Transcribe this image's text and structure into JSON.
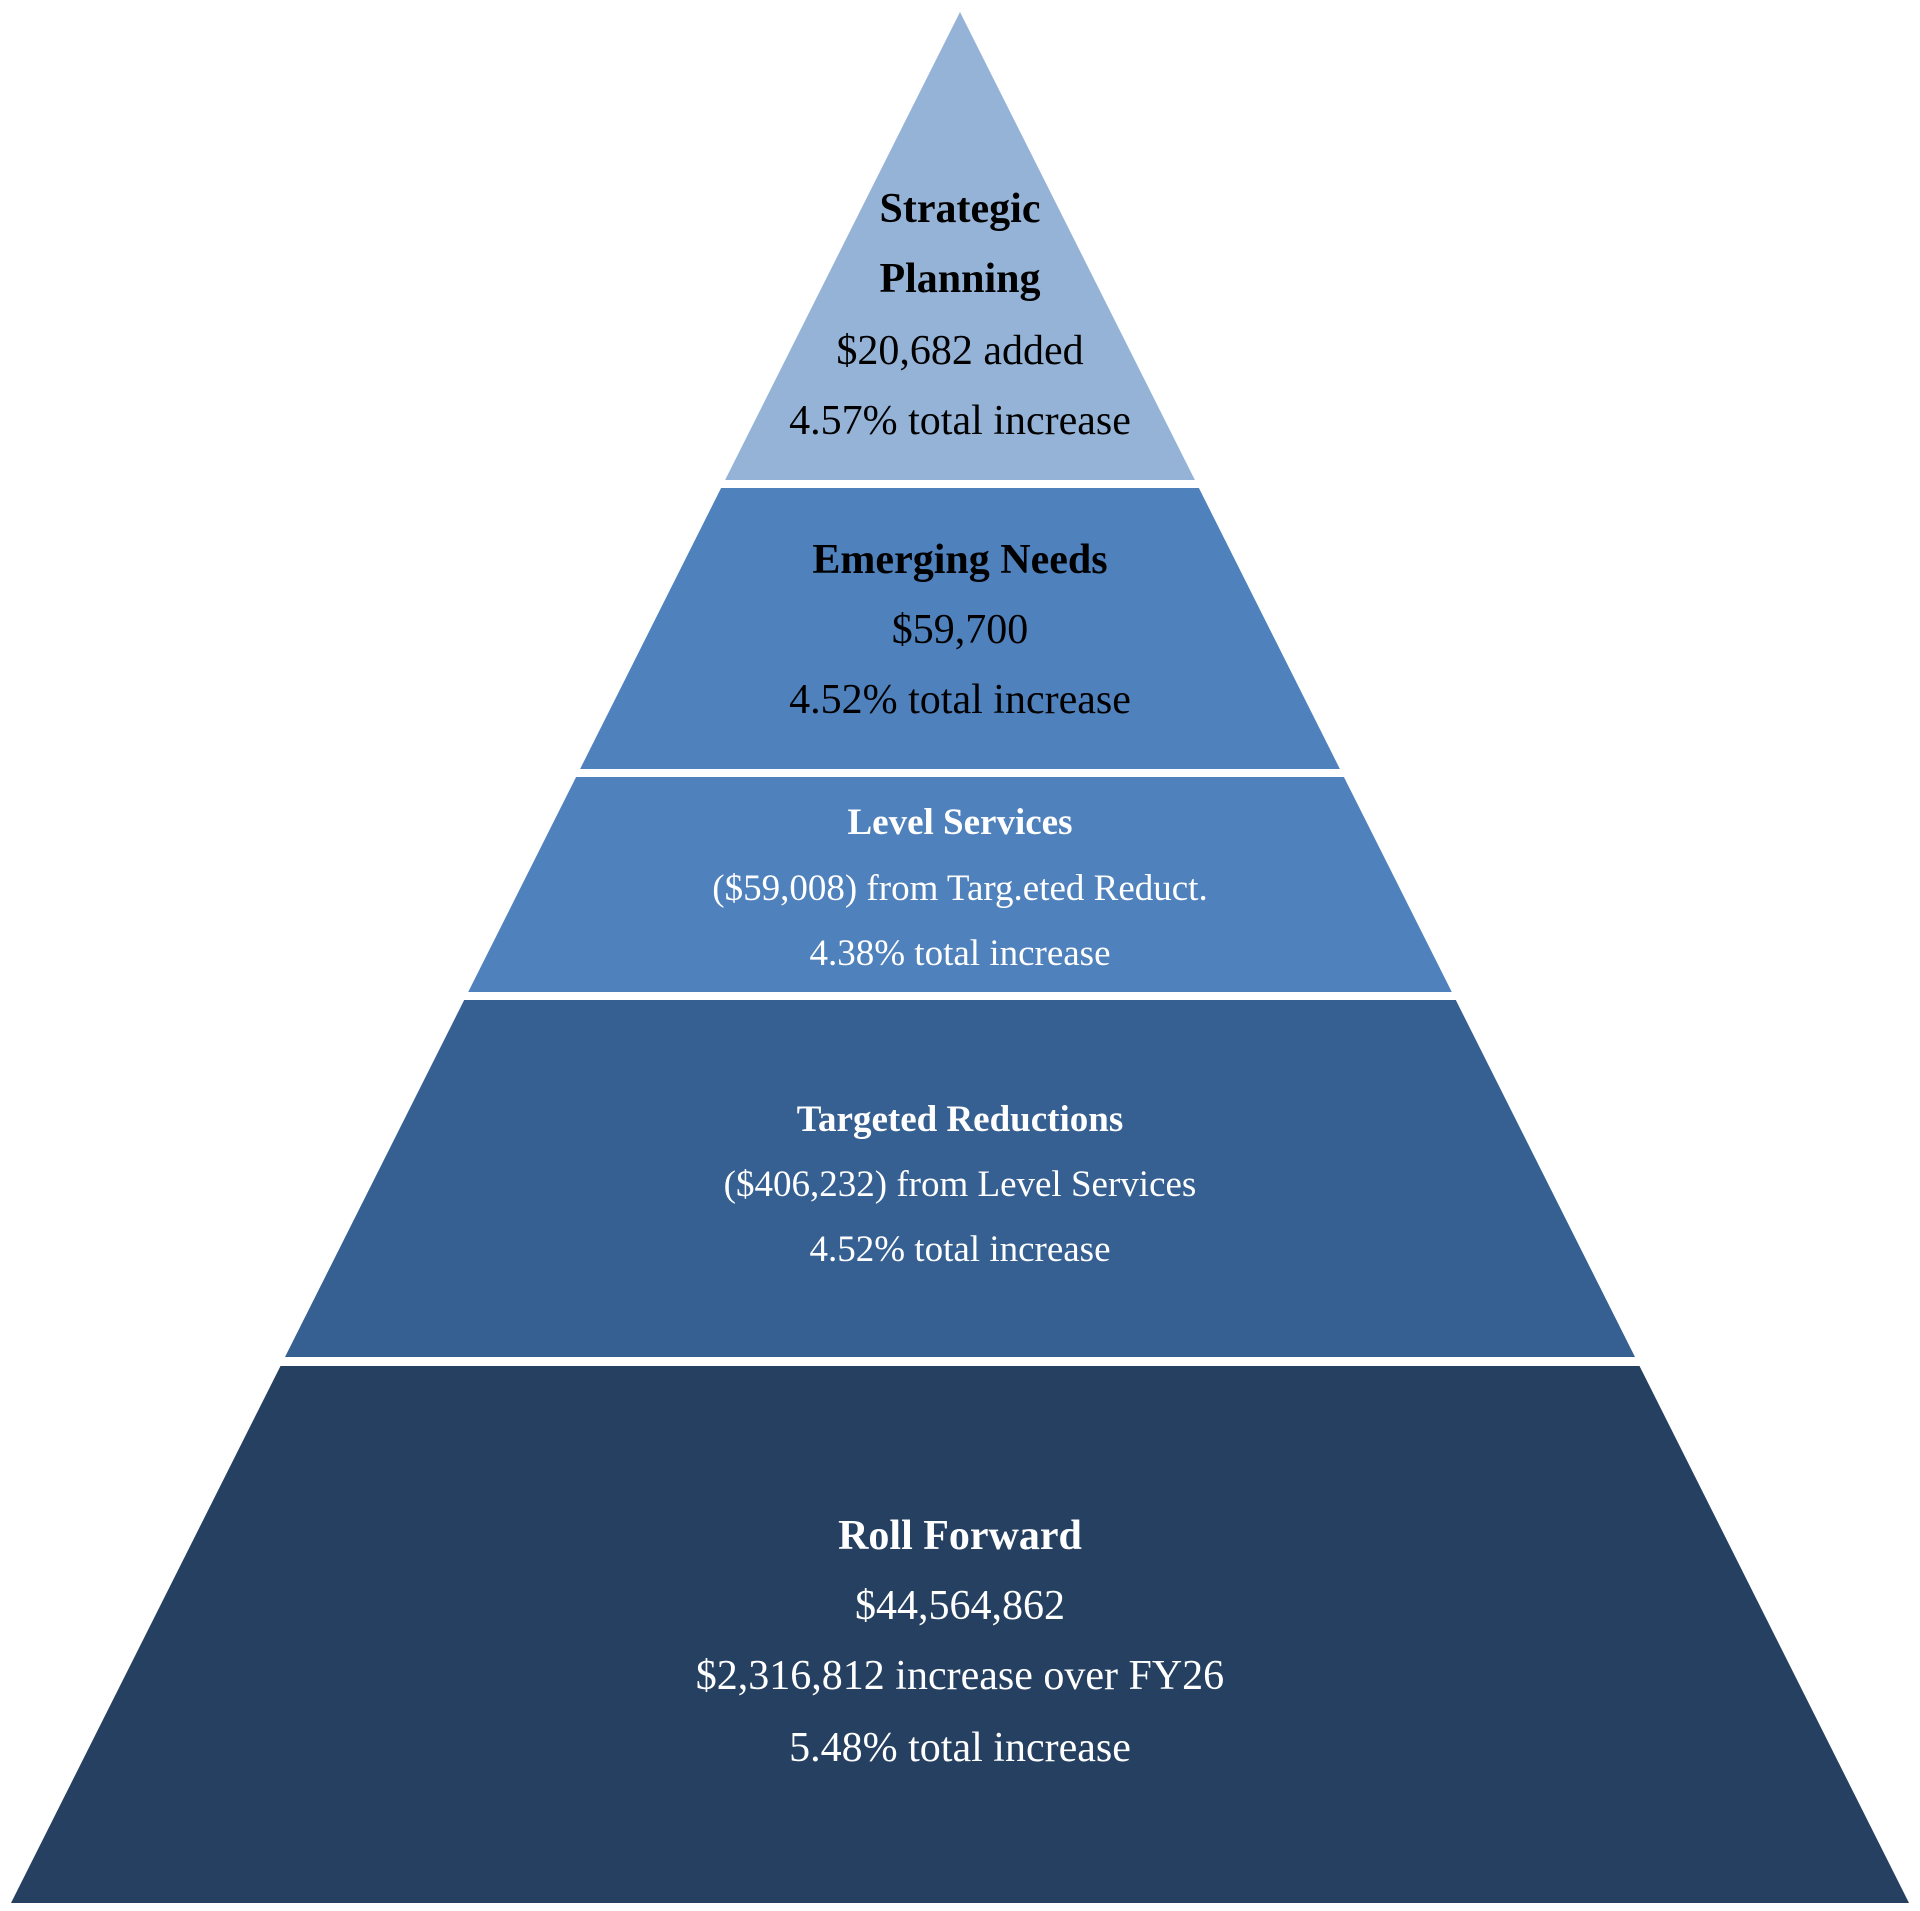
{
  "diagram": {
    "type": "pyramid",
    "tiers": [
      {
        "id": "strategic-planning",
        "title_lines": [
          "Strategic",
          "Planning"
        ],
        "lines": [
          "$20,682 added",
          "4.57% total increase"
        ],
        "fill": "#95B3D7",
        "text_color": "#000000"
      },
      {
        "id": "emerging-needs",
        "title_lines": [
          "Emerging Needs"
        ],
        "lines": [
          "$59,700",
          "4.52% total increase"
        ],
        "fill": "#4F81BD",
        "text_color": "#000000"
      },
      {
        "id": "level-services",
        "title_lines": [
          "Level Services"
        ],
        "lines": [
          "($59,008) from Targ.eted Reduct.",
          "4.38% total increase"
        ],
        "fill": "#4F81BD",
        "text_color": "#FFFFFF"
      },
      {
        "id": "targeted-reductions",
        "title_lines": [
          "Targeted Reductions"
        ],
        "lines": [
          "($406,232) from Level Services",
          "4.52% total increase"
        ],
        "fill": "#366092",
        "text_color": "#FFFFFF"
      },
      {
        "id": "roll-forward",
        "title_lines": [
          "Roll Forward"
        ],
        "lines": [
          "$44,564,862",
          "$2,316,812 increase over FY26",
          "5.48% total increase"
        ],
        "fill": "#254061",
        "text_color": "#FFFFFF"
      }
    ]
  }
}
